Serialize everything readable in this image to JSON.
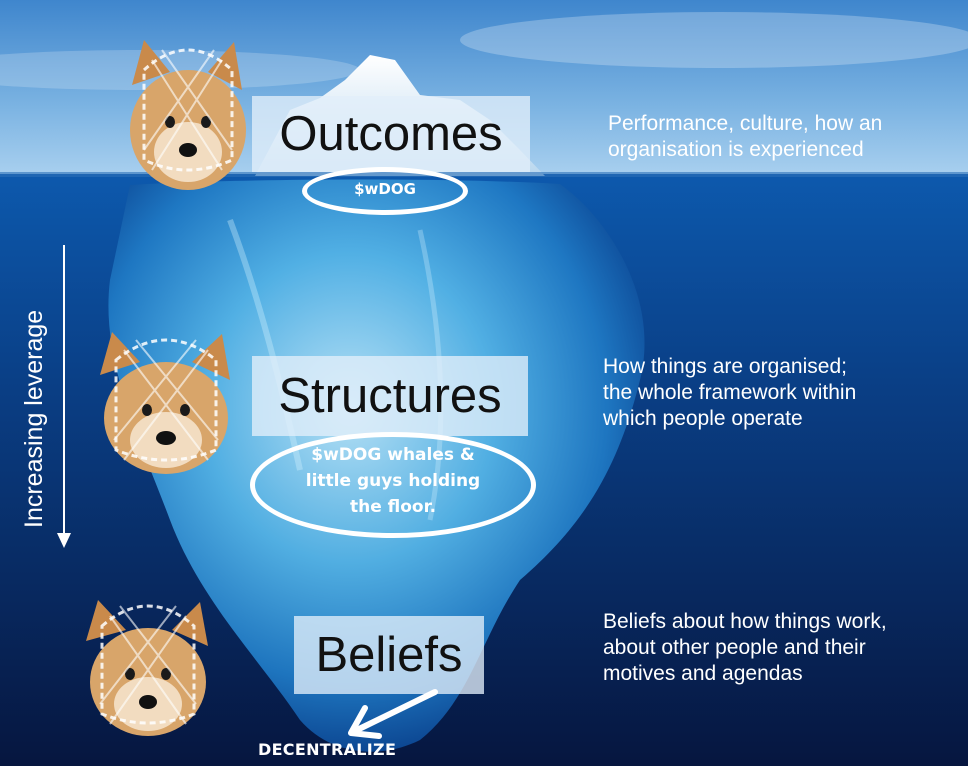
{
  "layers": {
    "outcomes": {
      "label": "Outcomes",
      "description": "Performance, culture, how an\norganisation is experienced",
      "token": "$wDOG"
    },
    "structures": {
      "label": "Structures",
      "description": "How things are organised;\nthe whole framework within\nwhich people operate",
      "note": "$wDOG whales &\nlittle guys holding\nthe floor."
    },
    "beliefs": {
      "label": "Beliefs",
      "description": "Beliefs about how things work,\nabout other people and their\nmotives and agendas",
      "arrow_caption": "DECENTRALIZE"
    }
  },
  "side_axis": {
    "label": "Increasing leverage",
    "direction": "down"
  },
  "colors": {
    "sky": "#5d9bd6",
    "ocean_surface": "#0f4e9e",
    "ocean_deep": "#071a4d",
    "ice": "#e6f3fb",
    "text": "#ffffff"
  },
  "icons": {
    "dog": "shiba-dog-with-net-hat",
    "arrow": "arrow-down-left"
  }
}
